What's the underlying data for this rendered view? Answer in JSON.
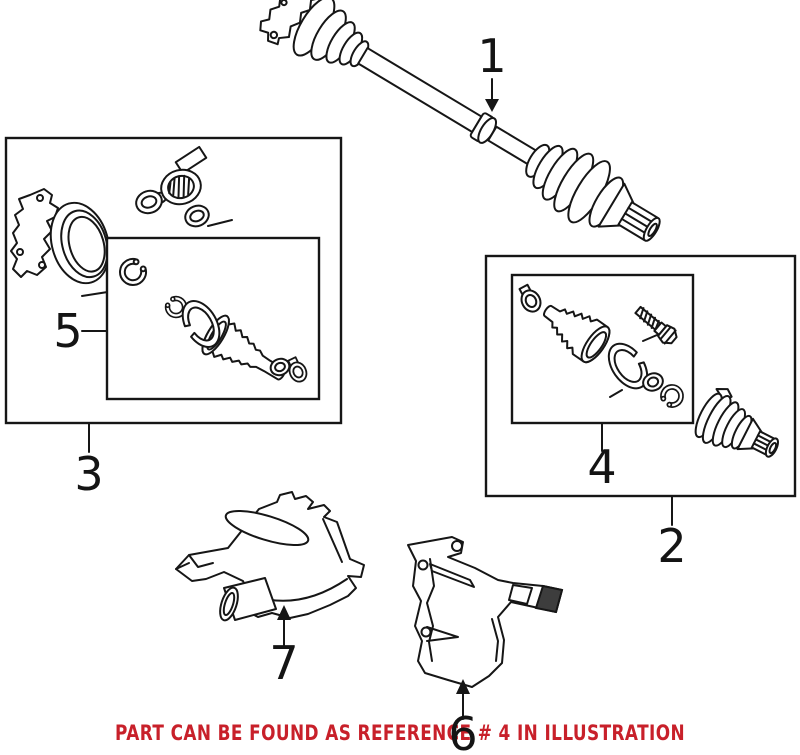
{
  "figure": {
    "background": "#ffffff",
    "line_color": "#161616"
  },
  "callouts": [
    {
      "label": "1"
    },
    {
      "label": "2"
    },
    {
      "label": "3"
    },
    {
      "label": "4"
    },
    {
      "label": "5"
    },
    {
      "label": "6"
    },
    {
      "label": "7"
    }
  ],
  "note": {
    "text": "PART CAN BE FOUND AS REFERENCE # 4 IN ILLUSTRATION",
    "color": "#C8202A"
  }
}
